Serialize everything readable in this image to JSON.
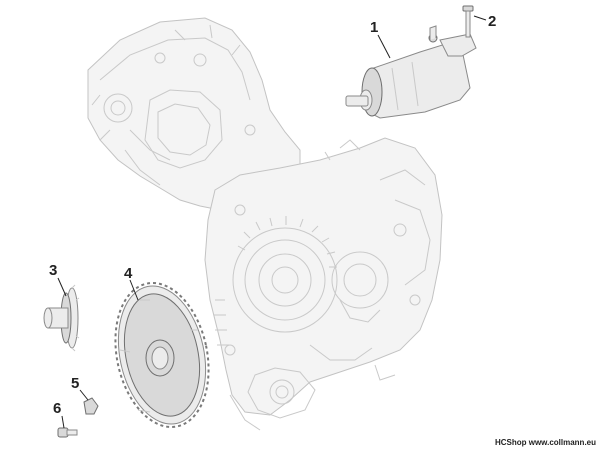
{
  "diagram": {
    "callouts": [
      {
        "id": "1",
        "label": "1"
      },
      {
        "id": "2",
        "label": "2"
      },
      {
        "id": "3",
        "label": "3"
      },
      {
        "id": "4",
        "label": "4"
      },
      {
        "id": "5",
        "label": "5"
      },
      {
        "id": "6",
        "label": "6"
      }
    ],
    "watermark": "HCShop www.collmann.eu"
  },
  "colors": {
    "line": "#222222",
    "ghost": "#c9c9c9",
    "part": "#8a8a8a"
  }
}
